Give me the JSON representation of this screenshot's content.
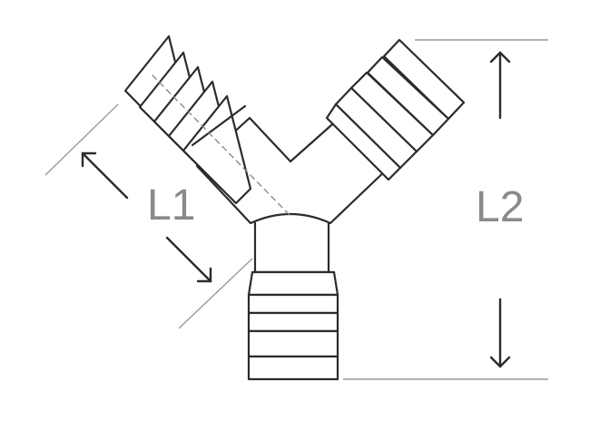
{
  "diagram": {
    "title": "",
    "part": "y-hose-barb-connector",
    "dimensions": [
      {
        "id": "L1",
        "label": "L1",
        "measures": "branch-length"
      },
      {
        "id": "L2",
        "label": "L2",
        "measures": "overall-height"
      }
    ],
    "colors": {
      "outline": "#2b2b2b",
      "dimension_line": "#9a9a9a",
      "label": "#8a8a8a",
      "background": "#ffffff"
    }
  }
}
